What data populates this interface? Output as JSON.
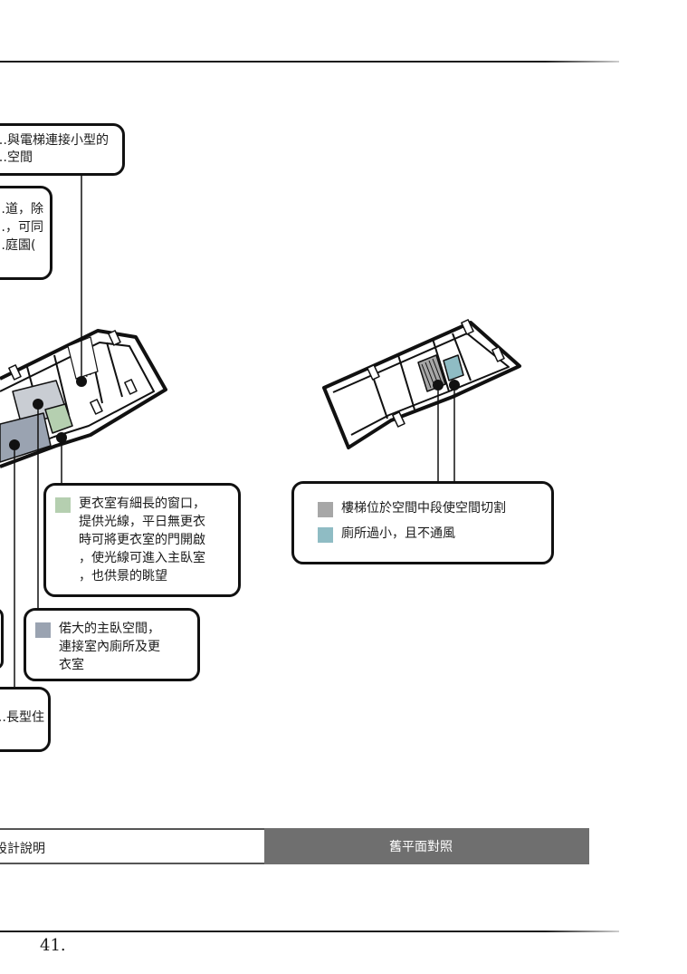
{
  "colors": {
    "green": "#b5cfb0",
    "slate": "#9aa3b1",
    "gray": "#a7a7a7",
    "teal": "#8fbcc4"
  },
  "callouts": {
    "top_a": [
      "…與電梯連接小型的",
      "…空間"
    ],
    "top_b": [
      "…道，除",
      "…，可同",
      "…庭園("
    ],
    "closet": [
      "更衣室有細長的窗口，",
      "提供光線，平日無更衣",
      "時可將更衣室的門開啟",
      "，使光線可進入主臥室",
      "，也供景的眺望"
    ],
    "master": [
      "偌大的主臥空間，",
      "連接室內廁所及更",
      "衣室"
    ],
    "bottom": [
      "…長型住"
    ],
    "old_plan": [
      "樓梯位於空間中段使空間切割",
      "廁所過小，且不通風"
    ]
  },
  "footer": {
    "left_label": "設計說明",
    "right_label": "舊平面對照",
    "page_number": "41."
  }
}
